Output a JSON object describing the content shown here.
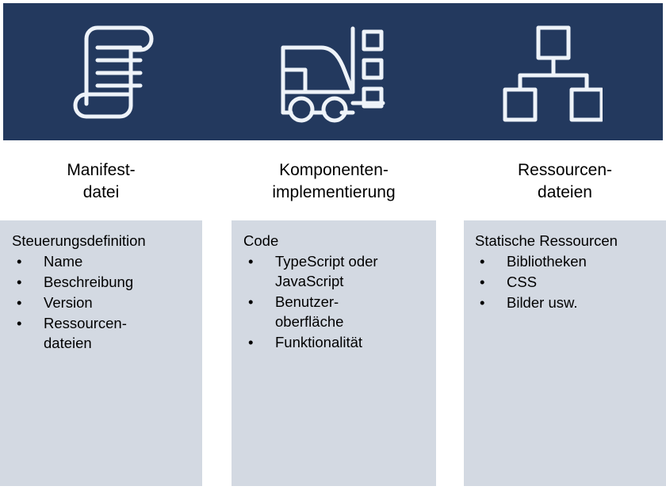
{
  "colors": {
    "band_navy": "#23395e",
    "panel_gray": "#d3d9e2",
    "title_white": "#ffffff",
    "text_black": "#000000",
    "icon_stroke": "#eef3f9"
  },
  "icons": [
    {
      "name": "scroll-icon",
      "label": "scroll"
    },
    {
      "name": "forklift-icon",
      "label": "forklift with boxes"
    },
    {
      "name": "hierarchy-icon",
      "label": "hierarchy tree"
    }
  ],
  "columns": [
    {
      "title": "Manifest-\ndatei",
      "body_heading": "Steuerungsdefinition",
      "bullets": [
        "Name",
        "Beschreibung",
        "Version",
        "Ressourcen-\ndateien"
      ]
    },
    {
      "title": "Komponenten-\nimplementierung",
      "body_heading": "Code",
      "bullets": [
        "TypeScript oder JavaScript",
        "Benutzer-\noberfläche",
        "Funktionalität"
      ]
    },
    {
      "title": "Ressourcen-\ndateien",
      "body_heading": "Statische Ressourcen",
      "bullets": [
        "Bibliotheken",
        "CSS",
        "Bilder usw."
      ]
    }
  ],
  "bullet_glyph": "•"
}
